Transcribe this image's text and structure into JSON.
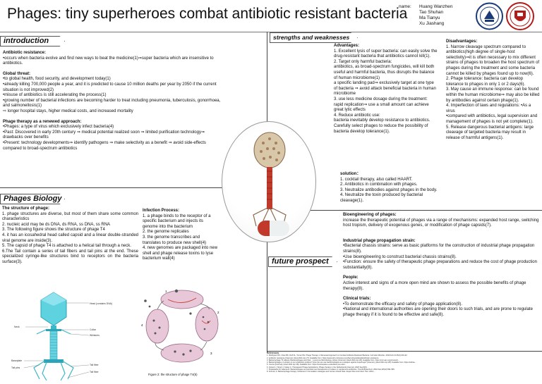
{
  "title": "Phages: tiny superheroes combat antibiotic resistant bacteria",
  "authors": {
    "label": "name:",
    "names": [
      "Huang Wanzhen",
      "Tao Shuhan",
      "Ma Tianyu",
      "Xu Jiashang"
    ]
  },
  "logos": [
    "university-seal-left",
    "university-seal-right"
  ],
  "banners": {
    "introduction": "introduction",
    "phages_biology": "Phages Biology",
    "strengths": "strengths and weaknesses",
    "future": "future prospect"
  },
  "intro": {
    "ab_title": "Antibiotic resistance:",
    "ab_text": "•occurs when bacteria evolve and find new ways to beat the medicine(1)⇒super bacteria which are insensitive to antibiotics.",
    "gt_title": "Global threat:",
    "gt_items": [
      "•to global health, food security, and development today(1)",
      "•already killing 700,000 people a year, and it is predicted to cause 10 million deaths per year by 2050 if the current situation is not improved(2)",
      "•misuse of antibiotics is still accelerating the process(1)",
      "•growing number of bacterial infections are becoming harder to treat including pneumonia, tuberculosis, gonorrhoea, and salmonellosis(1)",
      "⇨ longer hospital stays, higher medical costs, and increased mortality"
    ],
    "pt_title": "Phage therapy as a renewed approach:",
    "pt_items": [
      "•Phages: a type of virus which exclusively infect bacteria(4)",
      "•Past: Discovered in early 20th century ⇒ medical potential realized soon ⇒ limited purification technology⇒ drawbacks over benefits",
      "•Present: technology developments⇒ identify pathogens ⇒ make selectivity as a benefit ⇒ avoid side-effects compared to broad-spectrum antibiotics"
    ]
  },
  "biology": {
    "structure_title": "The structure of phage:",
    "structure_items": [
      "1. phage structures are diverse, but most of them share some common characteristics",
      "2. nucleic acid may be ds DNA, ds RNA, ss DNA, ss RNA",
      "3. The following figure shows the structure of phage T4",
      "4. it has an icosahedral head called capsid and a linear double-stranded viral genome are inside(3).",
      "5. The capsid of phage T4 is attached to a helical tail through a neck.",
      "6.The Tail contain a series of tail fibers and tail pins at the end. These specialized syringe-like structures bind to receptors on the bacteria surface(3)."
    ],
    "infection_title": "Infection Process:",
    "infection_items": [
      "1.  a phage binds to the receptor of a specific bacterium and injects its genome into the bacterium",
      "2.         the genome replicates",
      "3.   the genome transcribes and translates to produce new shell(4)",
      "4.       new genomes are packaged into new shell and phage release toxins to lyse bacterium wall(4)"
    ],
    "t4_labels": [
      "Head (contains DNA)",
      "Neck",
      "Collar",
      "Whiskers",
      "Baseplate",
      "Tail pins",
      "Tail fiber",
      "Tail fiber"
    ],
    "figure_caption": "Figure 2: the structure of phage T4(5)",
    "cycle_numbers": [
      "1",
      "2",
      "3",
      "4"
    ]
  },
  "strengths": {
    "adv_title": "Advantages:",
    "adv_items": [
      "1. Excellent lysis of super bacteria: can easily solve the drug-resistant bacteria that antibiotics cannot kill(1).",
      "2. Target only harmful bacteria:",
      "antibiotics, as broad-spectrum fungicides, will kill both useful and harmful bacteria, thus disrupts the balance of human microbiome(1)",
      "a specific landing pad⇒ exclusively target at one type of bacteria ⇒ avoid attack beneficial bacteria in human microbiome",
      "3. use less medicine dosage during the treatment: rapid replication⇒ use a small amount can achieve great lytic effects",
      "4. Reduce antibiotic use:",
      "bacteria inevitably develop resistance to antibiotics.",
      "Carefully select phages to reduce the possibility of bacteria develop tolerance(1)."
    ],
    "dis_title": "Disadvantages:",
    "dis_items": [
      "1. Narrow cleavage spectrum compared to antibiotics(high degree of single-host selectivity)⇒it is often necessary to mix different strains of phages to broaden the host spectrum of phages during the treatment and some bacteria cannot be killed by phages found up to now(6).",
      "2. Phage tolerance: bacteria can develop tolerance to phages in only 1 or 2 days(6).",
      "3. May cause an immune response: can be found within the human microbiome⇒ may also be killed by antibodies against certain phage(1).",
      "4. Imperfection of laws and regulations: •As a virus",
      "•compared with antibiotics, legal supervision and management of phages is not yet complete(1).",
      "5. Release dangerous bacterial antigens: large cleavage of targeted bacteria may result in release of harmful antigens(1)."
    ],
    "sol_title": "solution：",
    "sol_items": [
      "1. cocktail therapy, also called HAART.",
      "2. Antibiotics in combination with phages.",
      "3. Neutralize antibodies against phages in the body.",
      "4. Neutralize the toxin produced by bacterial cleavage(1)."
    ]
  },
  "future": {
    "bio_title": "Bioengineering of phages:",
    "bio_text": "increase the therapeutic potential of phages via a range of mechanisms: expanded host range, switching host tropism, delivery of exogenous genes, or modification of phage capsids(7).",
    "ind_title": "Industrial phage propagation strain:",
    "ind_items": [
      "•Bacterial chassis strains: serve as basic platforms for the construction of industrial phage propagation strains(8).",
      "•Use bioengineering to construct bacterial chassis strains(8).",
      "•Function: ensure the safety of therapeutic phage preparations and reduce the cost of phage production substantially(8)."
    ],
    "people_title": "People:",
    "people_text": "Active interest and signs of a more open mind are shown to assess the possible benefits of phage therapy(8).",
    "clin_title": "Clinical trials:",
    "clin_items": [
      "•To demonstrate the efficacy and safety of phage application(8).",
      "•National and international authorities are opening their doors to such trials, and are prone to regulate phage therapy if it is found to be effective and safe(8)."
    ]
  },
  "references": {
    "title": "References",
    "items": [
      "1.      Rodriguez RS, Chan BK, Ruff KL, Turner PE. Phage Therapy: A Renewed Approach to Combat Antibiotic-Resistant Bacteria. Cell Host Microbe. 2019 Feb 13;25(2):219-32.",
      "2.      antibiotic resistance [Internet]. [cited 2021 Apr 27]. Available from: https://www.who.int/news-room/fact-sheets/detail/antibiotic-resistance",
      "3.      Bacteriophage T4 wikiera. Bacteriophages and their... Lysozyme Microbiology Library [Internet]. [cited 2021 Apr 28]. Available from: https://cmr.asm.org/content/...",
      "4.      Bacteriophages: A solution to our antibiotics problem? How can we use bacteriophages as a weapon against superbugs? [Internet]. [cited 2021 Apr 28]. Available from: https://ukhsa...",
      "5.      Course [Internet]. [cited 2021 Apr 28]. Available from: https://courseware.e-education.psu.edu/...",
      "6.      Qutoub J, Nimpf J, Kaiser A. Therapeutic Phage Applications: Phage therapy in the Netherlands [Internet]. 2020 Sep;8(9):...",
      "7.      Kutateladze M, Adamia R. Bacteriophages as potential new therapeutics to replace or supplement antibiotics. Trends Biotechnol. 2010 Dec;28(12):591-595.",
      "8.      Schmid, A. Bacteriophage therapy: Advances in formulation strategies and human clinical trials. Expert Rev Anti Infect Ther. 2019;..."
    ]
  },
  "colors": {
    "capsid": "#5fd2e0",
    "phage_hero": "#c0392b",
    "bacteria": "#e7c7d8",
    "line": "#444444"
  }
}
